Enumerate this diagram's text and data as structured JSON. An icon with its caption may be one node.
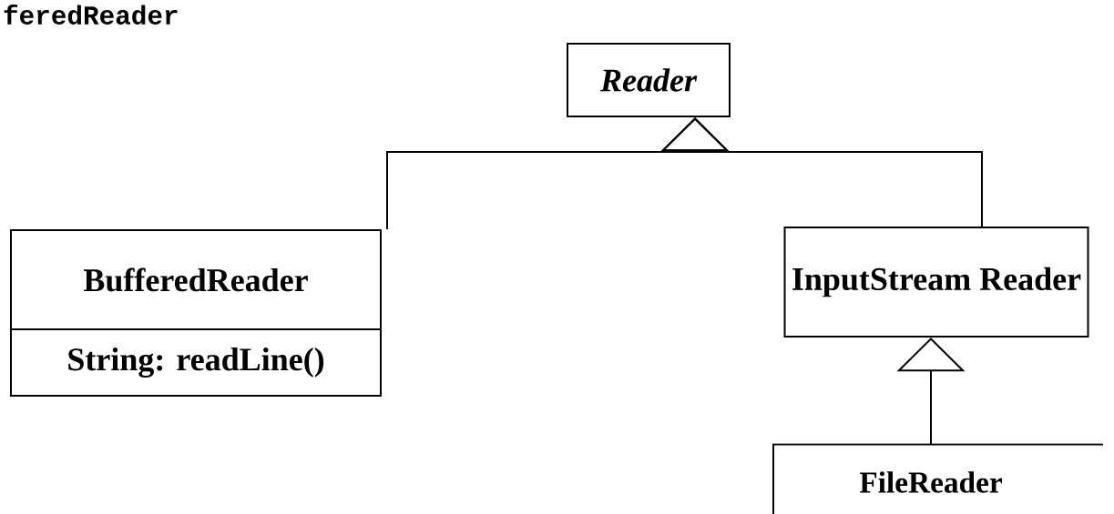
{
  "diagram": {
    "title": "feredReader",
    "nodes": [
      {
        "text": [
          "Reader"
        ]
      },
      {
        "text": [
          "BufferedReader",
          "String: readLine()"
        ]
      },
      {
        "text": [
          "InputStream Reader"
        ]
      },
      {
        "text": [
          "FileReader"
        ]
      }
    ],
    "edges": [
      {
        "from": 1,
        "to": 0,
        "arrow": "to"
      },
      {
        "from": 2,
        "to": 0,
        "arrow": "to"
      },
      {
        "from": 3,
        "to": 2,
        "arrow": "to"
      }
    ]
  }
}
